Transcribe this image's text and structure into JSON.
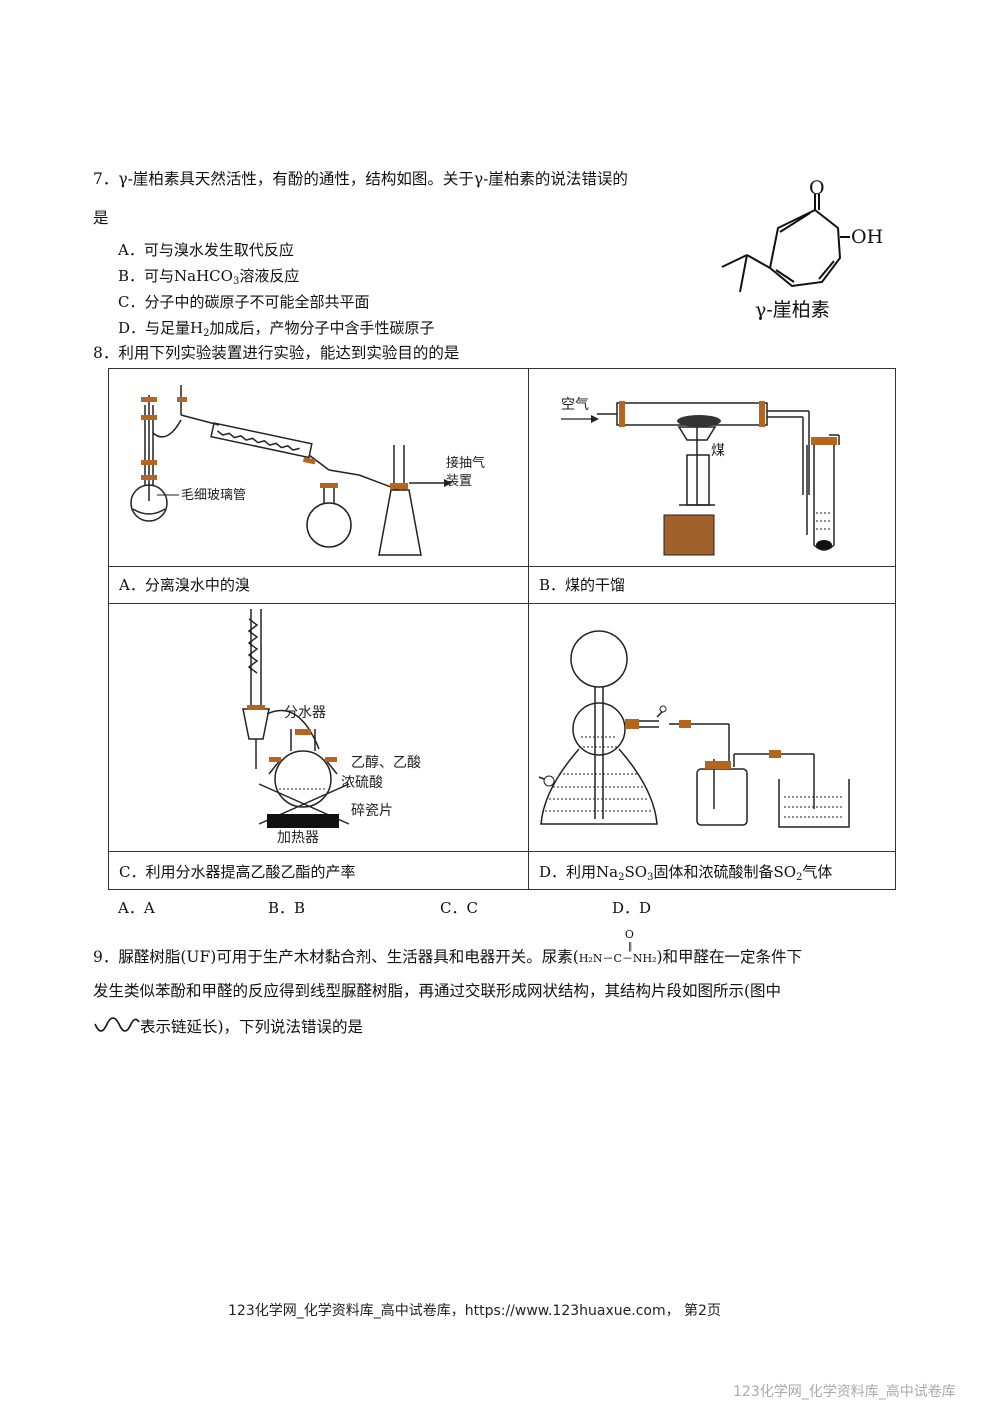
{
  "q7": {
    "line1": "7．γ-崖柏素具天然活性，有酚的通性，结构如图。关于γ-崖柏素的说法错误的",
    "line2": "是",
    "options": [
      {
        "label": "A．",
        "pre": "可与溴水发生取代反应"
      },
      {
        "label": "B．",
        "pre": "可与NaHCO",
        "sub": "3",
        "post": "溶液反应"
      },
      {
        "label": "C．",
        "pre": "分子中的碳原子不可能全部共平面"
      },
      {
        "label": "D．",
        "pre": "与足量H",
        "sub": "2",
        "post": "加成后，产物分子中含手性碳原子"
      }
    ],
    "structure": {
      "atom_o": "O",
      "atom_oh": "OH",
      "caption": "γ-崖柏素"
    }
  },
  "q8": {
    "stem": "8．利用下列实验装置进行实验，能达到实验目的的是",
    "cells": {
      "a": {
        "caption": "A．分离溴水中的溴",
        "labels": {
          "capillary": "毛细玻璃管",
          "pump1": "接抽气",
          "pump2": "装置"
        }
      },
      "b": {
        "caption": "B．煤的干馏",
        "labels": {
          "air": "空气",
          "coal": "煤"
        }
      },
      "c": {
        "caption": "C．利用分水器提高乙酸乙酯的产率",
        "labels": {
          "separator": "分水器",
          "reagent1": "乙醇、乙酸",
          "reagent2": "浓硫酸",
          "chips": "碎瓷片",
          "heater": "加热器"
        }
      },
      "d": {
        "caption_pre": "D．利用Na",
        "caption_sub1": "2",
        "caption_mid": "SO",
        "caption_sub2": "3",
        "caption_mid2": "固体和浓硫酸制备SO",
        "caption_sub3": "2",
        "caption_post": "气体"
      }
    },
    "choices": [
      "A．A",
      "B．B",
      "C．C",
      "D．D"
    ]
  },
  "q9": {
    "line1_pre": "9．脲醛树脂(UF)可用于生产木材黏合剂、生活器具和电器开关。尿素(",
    "urea": {
      "left": "H₂N－C－NH₂",
      "top": "O"
    },
    "line1_post": ")和甲醛在一定条件下",
    "line2": "发生类似苯酚和甲醛的反应得到线型脲醛树脂，再通过交联形成网状结构，其结构片段如图所示(图中",
    "line3": "表示链延长)，下列说法错误的是"
  },
  "footer": {
    "text": "123化学网_化学资料库_高中试卷库，https://www.123huaxue.com，  第2页"
  },
  "watermark": {
    "text": "123化学网_化学资料库_高中试卷库"
  }
}
